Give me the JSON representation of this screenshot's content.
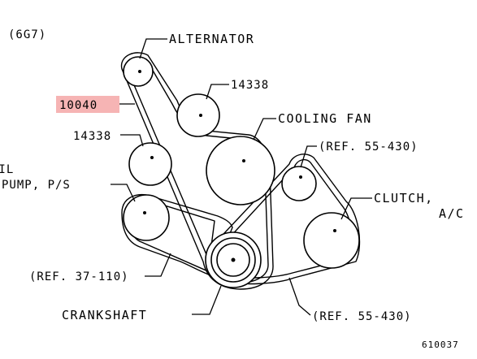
{
  "diagram": {
    "engine_code": "(6G7)",
    "figure_number": "610037",
    "labels": {
      "alternator": "ALTERNATOR",
      "idler_upper": "14338",
      "belt_part": "10040",
      "cooling_fan": "COOLING FAN",
      "idler_lower": "14338",
      "ref_tensioner": "(REF. 55-430)",
      "oil_pump_line1": "OIL",
      "oil_pump_line2": "PUMP, P/S",
      "clutch_line1": "CLUTCH,",
      "clutch_line2": "A/C",
      "ref_pump": "(REF. 37-110)",
      "crankshaft": "CRANKSHAFT",
      "ref_crank": "(REF. 55-430)"
    },
    "colors": {
      "highlight": "#f6b4b4",
      "line": "#000000"
    }
  }
}
